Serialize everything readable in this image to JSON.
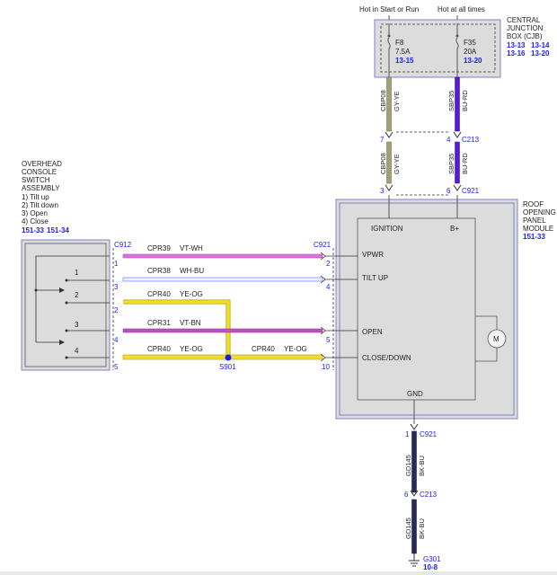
{
  "colors": {
    "box_fill": "#dcdcdc",
    "box_border": "#8080c8",
    "link_blue": "#1a1aff",
    "wire_gy_ye": "#a0a070",
    "wire_bu_rd": "#5a1acd",
    "wire_bk_bu": "#2a2a5a",
    "wire_vt_wh": "#e070e0",
    "wire_wh_bu": "#b0b8ff",
    "wire_ye_og": "#f0e020",
    "wire_vt_bn": "#c050c0",
    "splice_dot": "#1a1aff"
  },
  "power_labels": {
    "left": "Hot in Start or Run",
    "right": "Hot at all times"
  },
  "cjb": {
    "title_lines": [
      "CENTRAL",
      "JUNCTION",
      "BOX (CJB)"
    ],
    "refs_row1": [
      "13-13",
      "13-14"
    ],
    "refs_row2": [
      "13-16",
      "13-20"
    ],
    "fuse_left": {
      "name": "F8",
      "rating": "7.5A",
      "ref": "13-15"
    },
    "fuse_right": {
      "name": "F35",
      "rating": "20A",
      "ref": "13-20"
    }
  },
  "vertical_wires": {
    "left_upper": {
      "circuit": "CBP08",
      "color": "GY-YE"
    },
    "right_upper": {
      "circuit": "SBP35",
      "color": "BU-RD"
    },
    "left_lower": {
      "circuit": "CBP08",
      "color": "GY-YE"
    },
    "right_lower": {
      "circuit": "SBP35",
      "color": "BU-RD"
    },
    "gnd_upper": {
      "circuit": "GD145",
      "color": "BK-BU"
    },
    "gnd_lower": {
      "circuit": "GD145",
      "color": "BK-BU"
    }
  },
  "connectors": {
    "c213_top": {
      "name": "C213",
      "pin_left": "7",
      "pin_right": "4"
    },
    "c921_top": {
      "name": "C921",
      "pin_left": "3",
      "pin_right": "6"
    },
    "c921_gnd": {
      "name": "C921",
      "pin": "1"
    },
    "c213_gnd": {
      "name": "C213",
      "pin": "6"
    },
    "c912": {
      "name": "C912"
    },
    "c921_left": {
      "name": "C921"
    }
  },
  "ground": {
    "name": "G301",
    "ref": "10-8"
  },
  "switch_assembly": {
    "title_lines": [
      "OVERHEAD",
      "CONSOLE",
      "SWITCH",
      "ASSEMBLY"
    ],
    "functions": [
      "1) Tilt up",
      "2) Tilt down",
      "3) Open",
      "4) Close"
    ],
    "refs": [
      "151-33",
      "151-34"
    ],
    "switch_numbers": [
      "1",
      "2",
      "3",
      "4"
    ]
  },
  "module": {
    "title_lines": [
      "ROOF",
      "OPENING",
      "PANEL",
      "MODULE"
    ],
    "ref": "151-33",
    "pins": {
      "ignition": "IGNITION",
      "bplus": "B+",
      "vpwr": "VPWR",
      "tiltup": "TILT UP",
      "open": "OPEN",
      "closedown": "CLOSE/DOWN",
      "gnd": "GND"
    },
    "motor_label": "M"
  },
  "harness": {
    "rows": [
      {
        "circuit": "CPR39",
        "color": "VT-WH",
        "pin_left": "1",
        "pin_right": "2"
      },
      {
        "circuit": "CPR38",
        "color": "WH-BU",
        "pin_left": "3",
        "pin_right": "4"
      },
      {
        "circuit": "CPR40",
        "color": "YE-OG",
        "pin_left": "2",
        "pin_right": ""
      },
      {
        "circuit": "CPR31",
        "color": "VT-BN",
        "pin_left": "4",
        "pin_right": "5"
      },
      {
        "circuit": "CPR40",
        "color": "YE-OG",
        "pin_left": "5",
        "pin_right": "10"
      }
    ],
    "splice_label": "CPR40",
    "splice_color": "YE-OG",
    "splice_name": "S901"
  }
}
